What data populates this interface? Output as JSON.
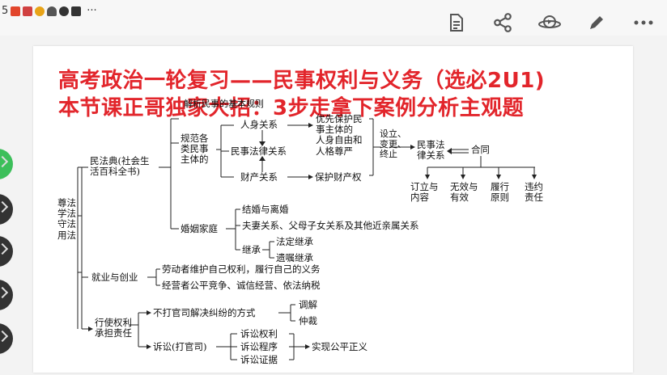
{
  "status": {
    "left_text": "5",
    "dots": "···"
  },
  "toolbar": {
    "icons": [
      "document-icon",
      "share-icon",
      "watch-icon",
      "edit-icon",
      "more-icon"
    ]
  },
  "slide": {
    "title_line1": "高考政治一轮复习——民事权利与义务（选必2U1)",
    "title_line2": "本节课正哥独家大招：3步走拿下案例分析主观题",
    "diagram": {
      "root": [
        "尊法",
        "学法",
        "守法",
        "用法"
      ],
      "civil_code": [
        "民法典(社会生",
        "活百科全书)"
      ],
      "regulate": [
        "规范各",
        "类民事",
        "主体的"
      ],
      "basic_rules": "解析民事的基本规则",
      "personal": "人身关系",
      "civil_legal": "民事法律关系",
      "property": "财产关系",
      "priority": [
        "优先保护民",
        "事主体的",
        "人身自由和",
        "人格尊严"
      ],
      "protect_property": "保护财产权",
      "establish": [
        "设立、",
        "变更、",
        "终止"
      ],
      "civil_legal_rel": [
        "民事法",
        "律关系"
      ],
      "contract": "合同",
      "contract_items": [
        [
          "订立与",
          "内容"
        ],
        [
          "无效与",
          "有效"
        ],
        [
          "履行",
          "原则"
        ],
        [
          "违约",
          "责任"
        ]
      ],
      "marriage": "婚姻家庭",
      "marriage_items": [
        "结婚与离婚",
        "夫妻关系、父母子女关系及其他近亲属关系"
      ],
      "inherit": "继承",
      "inherit_items": [
        "法定继承",
        "遗嘱继承"
      ],
      "employment": "就业与创业",
      "employment_items": [
        "劳动者维护自己权利，履行自己的义务",
        "经营者公平竞争、诚信经营、依法纳税"
      ],
      "rights": [
        "行使权利",
        "承担责任"
      ],
      "no_lawsuit": "不打官司解决纠纷的方式",
      "no_lawsuit_items": [
        "调解",
        "仲裁"
      ],
      "lawsuit": "诉讼(打官司)",
      "lawsuit_items": [
        "诉讼权利",
        "诉讼程序",
        "诉讼证据"
      ],
      "justice": "实现公平正义"
    }
  }
}
